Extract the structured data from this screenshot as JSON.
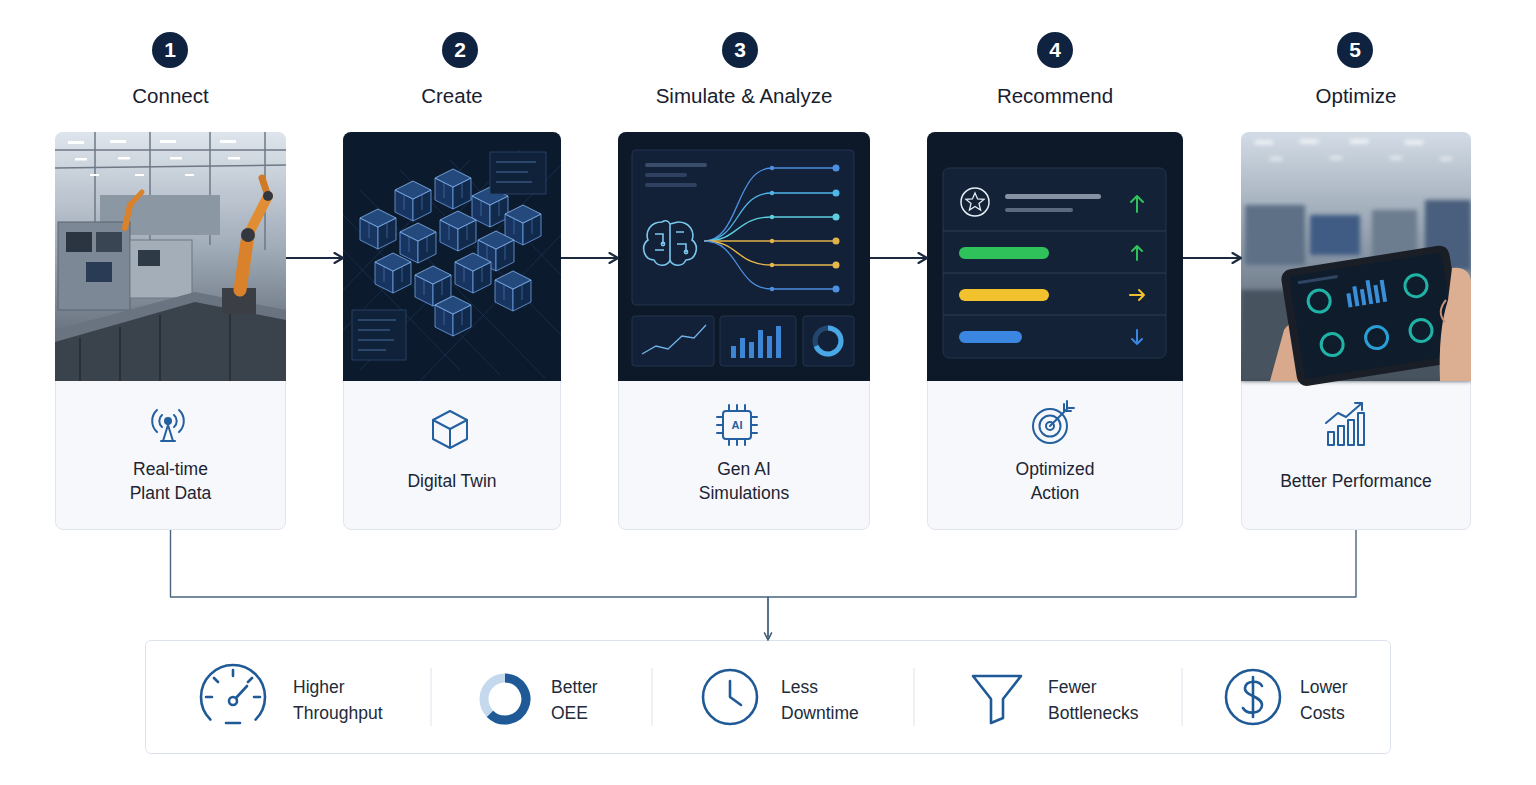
{
  "diagram": {
    "nodes": [
      {
        "text": [
          "1"
        ]
      },
      {
        "text": [
          "Connect",
          "Real-time Plant Data"
        ]
      },
      {
        "text": [
          "2"
        ]
      },
      {
        "text": [
          "Create",
          "Digital Twin"
        ]
      },
      {
        "text": [
          "3"
        ]
      },
      {
        "text": [
          "Simulate & Analyze",
          "Gen AI Simulations"
        ]
      },
      {
        "text": [
          "4"
        ]
      },
      {
        "text": [
          "Recommend",
          "Optimized Action"
        ]
      },
      {
        "text": [
          "5"
        ]
      },
      {
        "text": [
          "Optimize",
          "Better Performance"
        ]
      },
      {
        "text": [
          "Higher Throughput",
          "Better OEE",
          "Less Downtime",
          "Fewer Bottlenecks",
          "Lower Costs"
        ]
      }
    ],
    "edges": [
      {
        "from": 1,
        "to": 3,
        "arrow": "to"
      },
      {
        "from": 3,
        "to": 5,
        "arrow": "to"
      },
      {
        "from": 5,
        "to": 7,
        "arrow": "to"
      },
      {
        "from": 7,
        "to": 9,
        "arrow": "to"
      },
      {
        "from": 1,
        "to": 10,
        "arrow": "to"
      },
      {
        "from": 9,
        "to": 10,
        "arrow": "to"
      }
    ],
    "labels": [
      "AI"
    ]
  }
}
